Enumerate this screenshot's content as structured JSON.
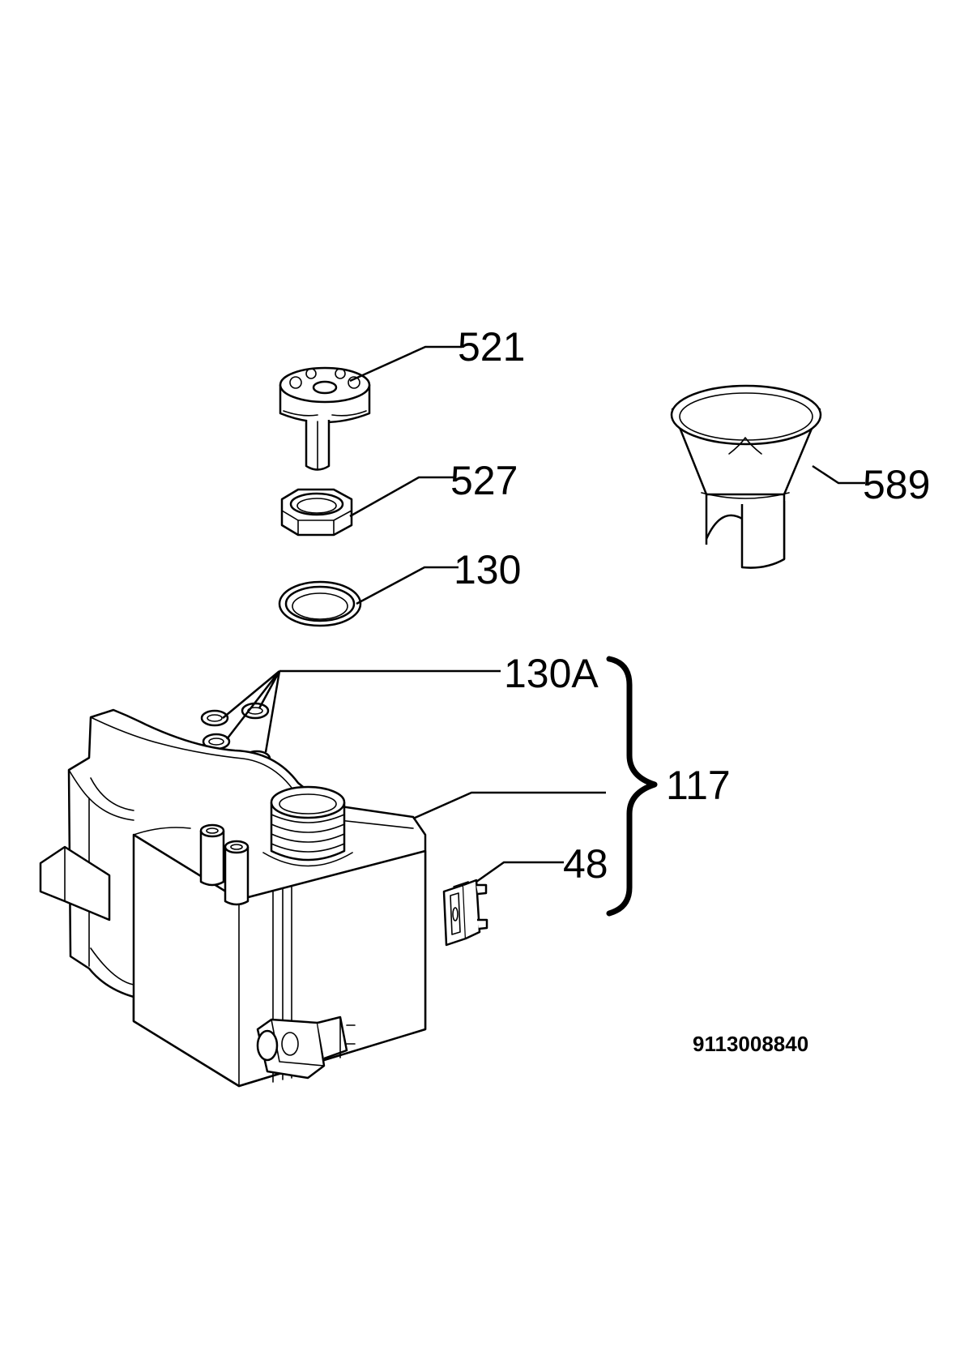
{
  "callouts": {
    "p521": "521",
    "p527": "527",
    "p130": "130",
    "p589": "589",
    "p130a": "130A",
    "p117": "117",
    "p48": "48"
  },
  "document_number": "9113008840"
}
